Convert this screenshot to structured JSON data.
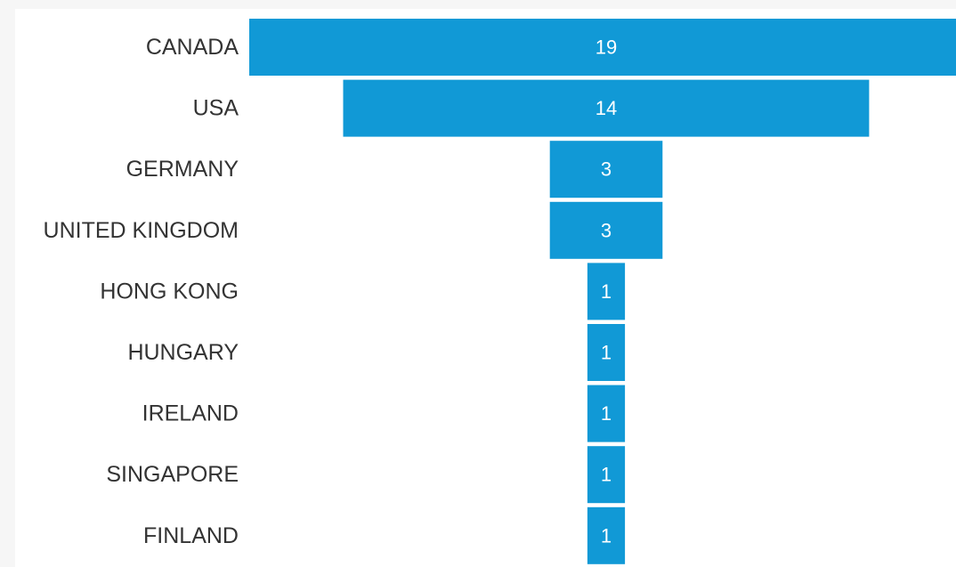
{
  "chart_data": {
    "type": "bar",
    "orientation": "horizontal",
    "style": "funnel (bars centered)",
    "categories": [
      "CANADA",
      "USA",
      "GERMANY",
      "UNITED KINGDOM",
      "HONG KONG",
      "HUNGARY",
      "IRELAND",
      "SINGAPORE",
      "FINLAND"
    ],
    "values": [
      19,
      14,
      3,
      3,
      1,
      1,
      1,
      1,
      1
    ],
    "value_labels": [
      "19",
      "14",
      "3",
      "3",
      "1",
      "1",
      "1",
      "1",
      "1"
    ],
    "title": "",
    "xlabel": "",
    "ylabel": "",
    "grid": false,
    "legend": "none",
    "colors": {
      "bar": "#1199d6",
      "value_text": "#ffffff",
      "category_text": "#333333",
      "background": "#ffffff",
      "page": "#f6f6f6"
    }
  }
}
